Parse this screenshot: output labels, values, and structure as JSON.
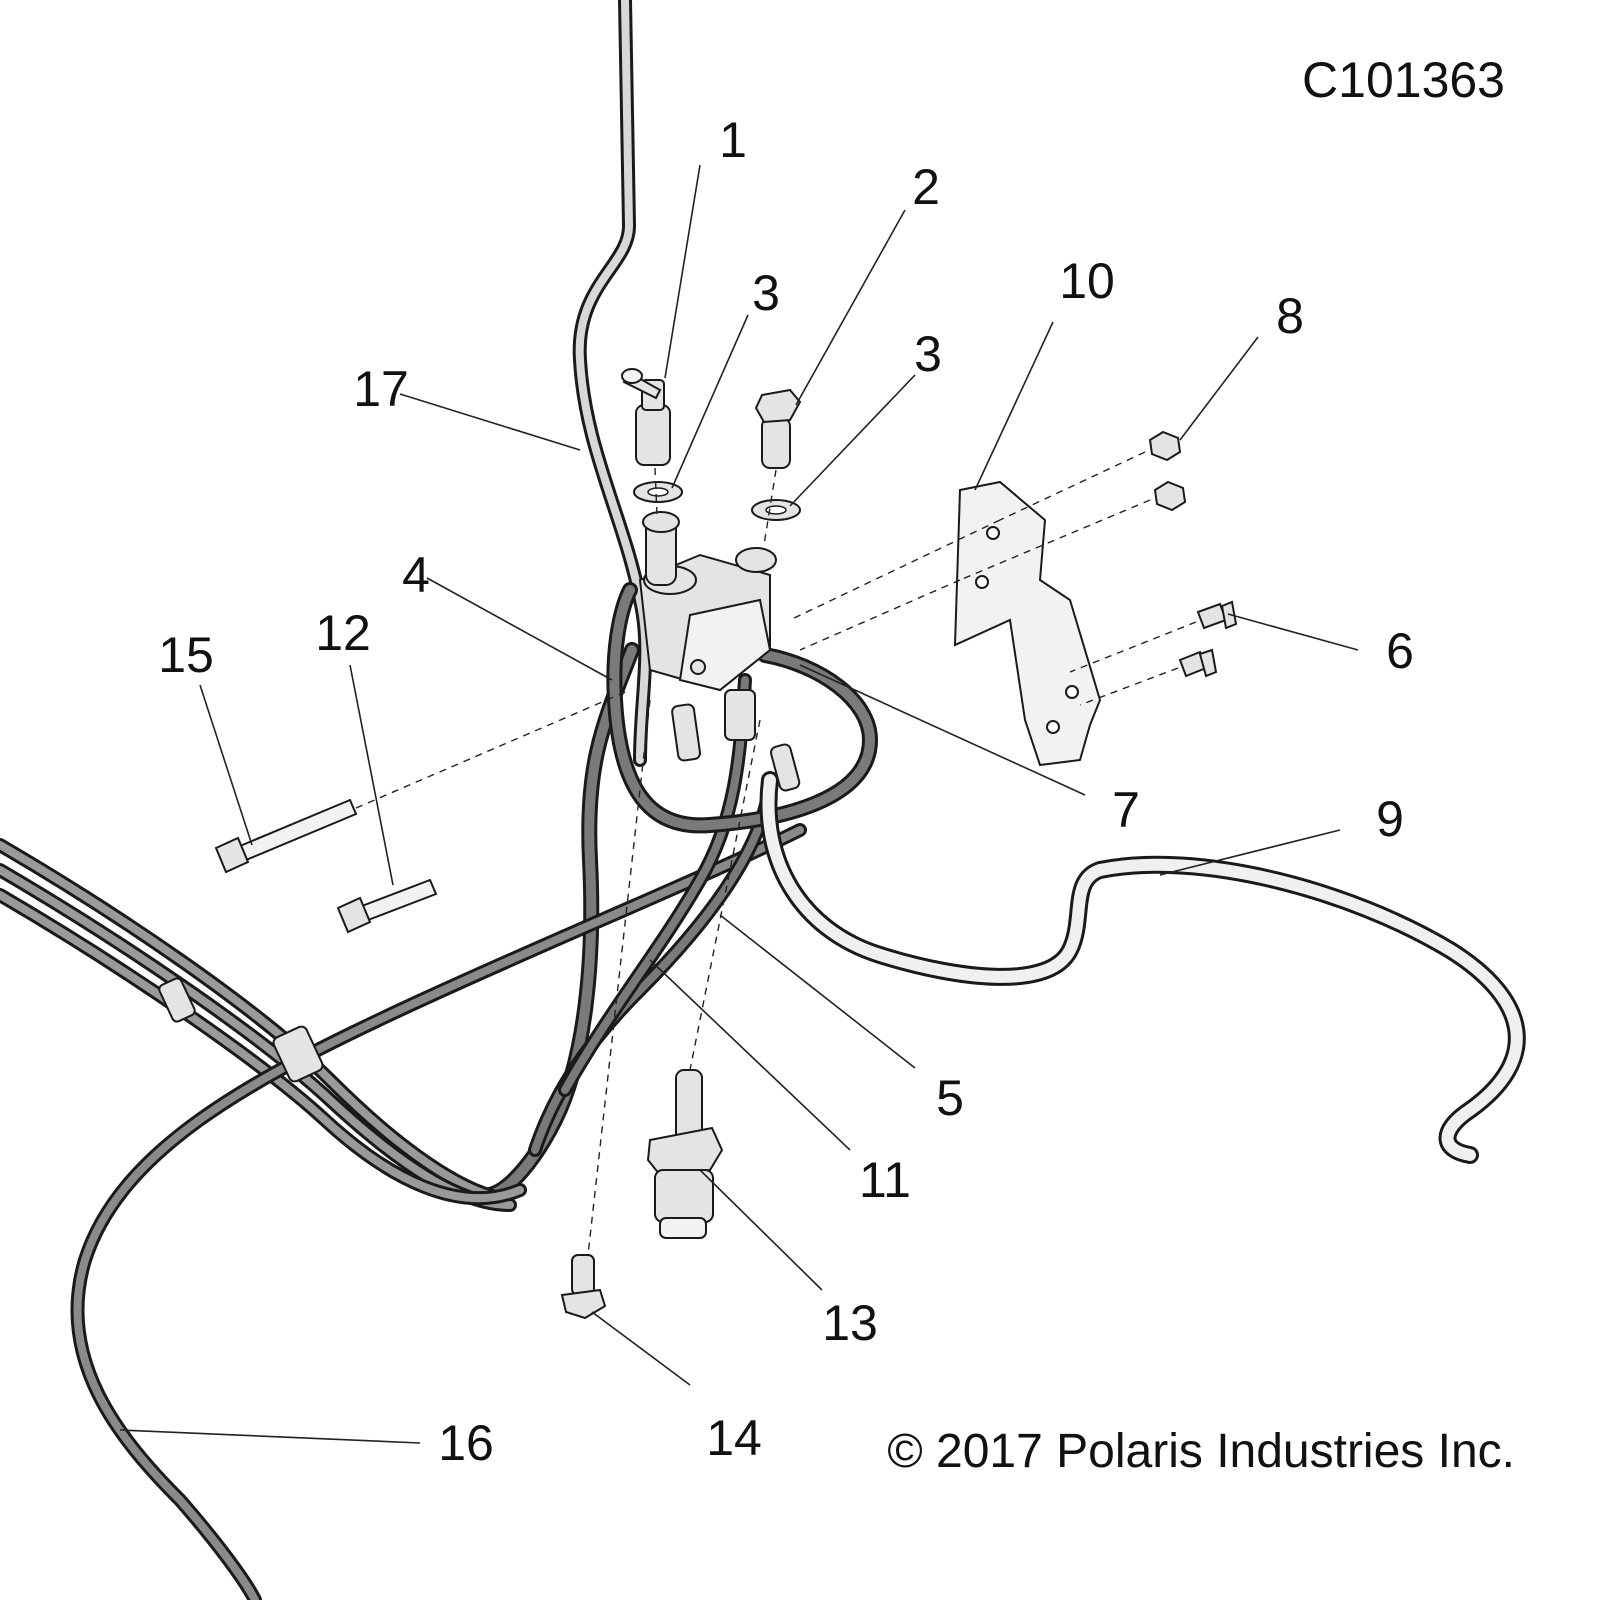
{
  "diagram": {
    "code": "C101363",
    "copyright": "© 2017 Polaris Industries Inc.",
    "callouts": [
      {
        "id": "c1",
        "label": "1"
      },
      {
        "id": "c2",
        "label": "2"
      },
      {
        "id": "c3a",
        "label": "3"
      },
      {
        "id": "c3b",
        "label": "3"
      },
      {
        "id": "c4",
        "label": "4"
      },
      {
        "id": "c5",
        "label": "5"
      },
      {
        "id": "c6",
        "label": "6"
      },
      {
        "id": "c7",
        "label": "7"
      },
      {
        "id": "c8",
        "label": "8"
      },
      {
        "id": "c9",
        "label": "9"
      },
      {
        "id": "c10",
        "label": "10"
      },
      {
        "id": "c11",
        "label": "11"
      },
      {
        "id": "c12",
        "label": "12"
      },
      {
        "id": "c13",
        "label": "13"
      },
      {
        "id": "c14",
        "label": "14"
      },
      {
        "id": "c15",
        "label": "15"
      },
      {
        "id": "c16",
        "label": "16"
      },
      {
        "id": "c17",
        "label": "17"
      }
    ]
  }
}
